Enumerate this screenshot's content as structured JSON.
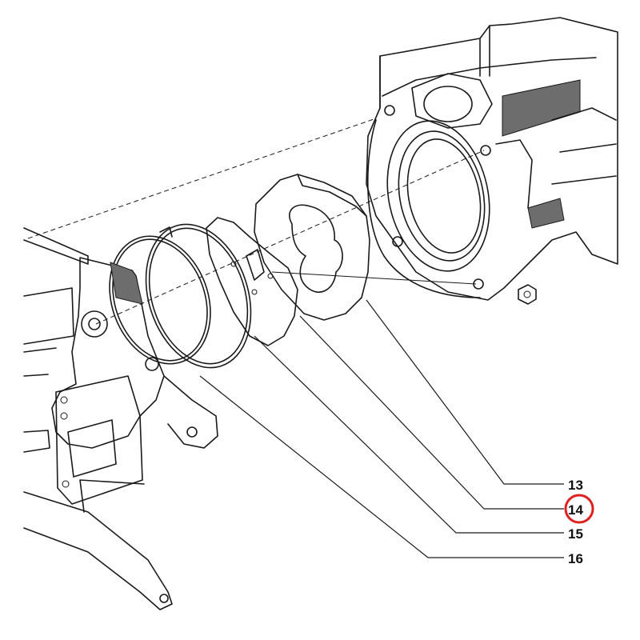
{
  "callouts": [
    {
      "label": "13",
      "highlighted": false
    },
    {
      "label": "14",
      "highlighted": true
    },
    {
      "label": "15",
      "highlighted": false
    },
    {
      "label": "16",
      "highlighted": false
    }
  ],
  "colors": {
    "line": "#1a1a1a",
    "highlight_ring": "#e02020",
    "background": "#ffffff"
  }
}
